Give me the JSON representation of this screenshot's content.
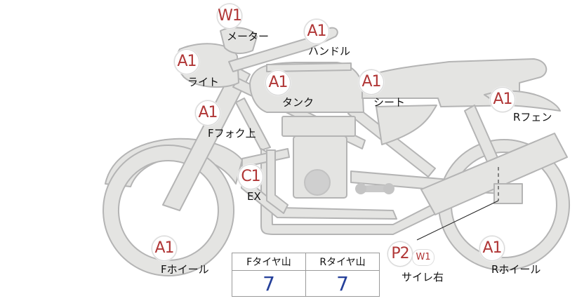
{
  "parts": [
    {
      "id": "meter",
      "label": "メーター",
      "grade": "W1"
    },
    {
      "id": "handle",
      "label": "ハンドル",
      "grade": "A1"
    },
    {
      "id": "light",
      "label": "ライト",
      "grade": "A1"
    },
    {
      "id": "tank",
      "label": "タンク",
      "grade": "A1"
    },
    {
      "id": "seat",
      "label": "シート",
      "grade": "A1"
    },
    {
      "id": "rear-fender",
      "label": "Rフェン",
      "grade": "A1"
    },
    {
      "id": "front-fork-upper",
      "label": "Fフォク上",
      "grade": "A1"
    },
    {
      "id": "exhaust",
      "label": "EX",
      "grade": "C1"
    },
    {
      "id": "front-wheel",
      "label": "Fホイール",
      "grade": "A1"
    },
    {
      "id": "silencer-right",
      "label": "サイレ右",
      "grade": "P2",
      "sub_grade": "W1"
    },
    {
      "id": "rear-wheel",
      "label": "Rホイール",
      "grade": "A1"
    }
  ],
  "tire_table": {
    "headers": [
      "Fタイヤ山",
      "Rタイヤ山"
    ],
    "values": [
      "7",
      "7"
    ]
  },
  "colors": {
    "grade_text": "#b03636",
    "tread_value": "#25409a",
    "bike_fill": "#e4e4e2",
    "bike_stroke": "#b4b4b4"
  }
}
